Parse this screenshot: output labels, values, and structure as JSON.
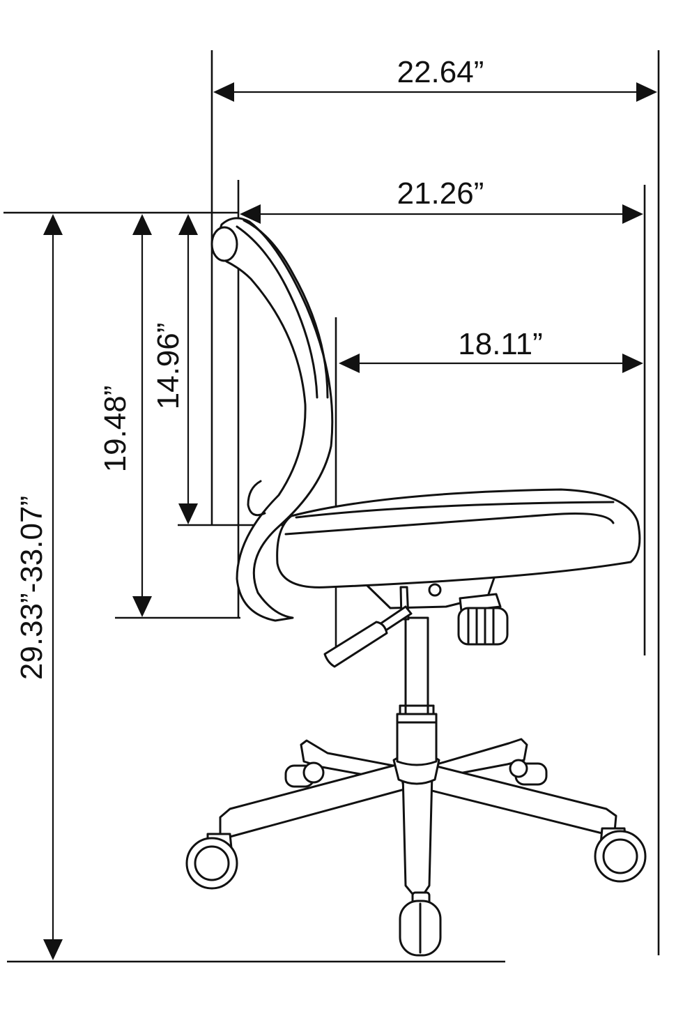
{
  "dimensions": {
    "overall_depth": "22.64”",
    "seat_depth": "21.26”",
    "seat_to_front": "18.11”",
    "back_height": "14.96”",
    "back_to_seat_base": "19.48”",
    "overall_height": "29.33”-33.07”"
  }
}
